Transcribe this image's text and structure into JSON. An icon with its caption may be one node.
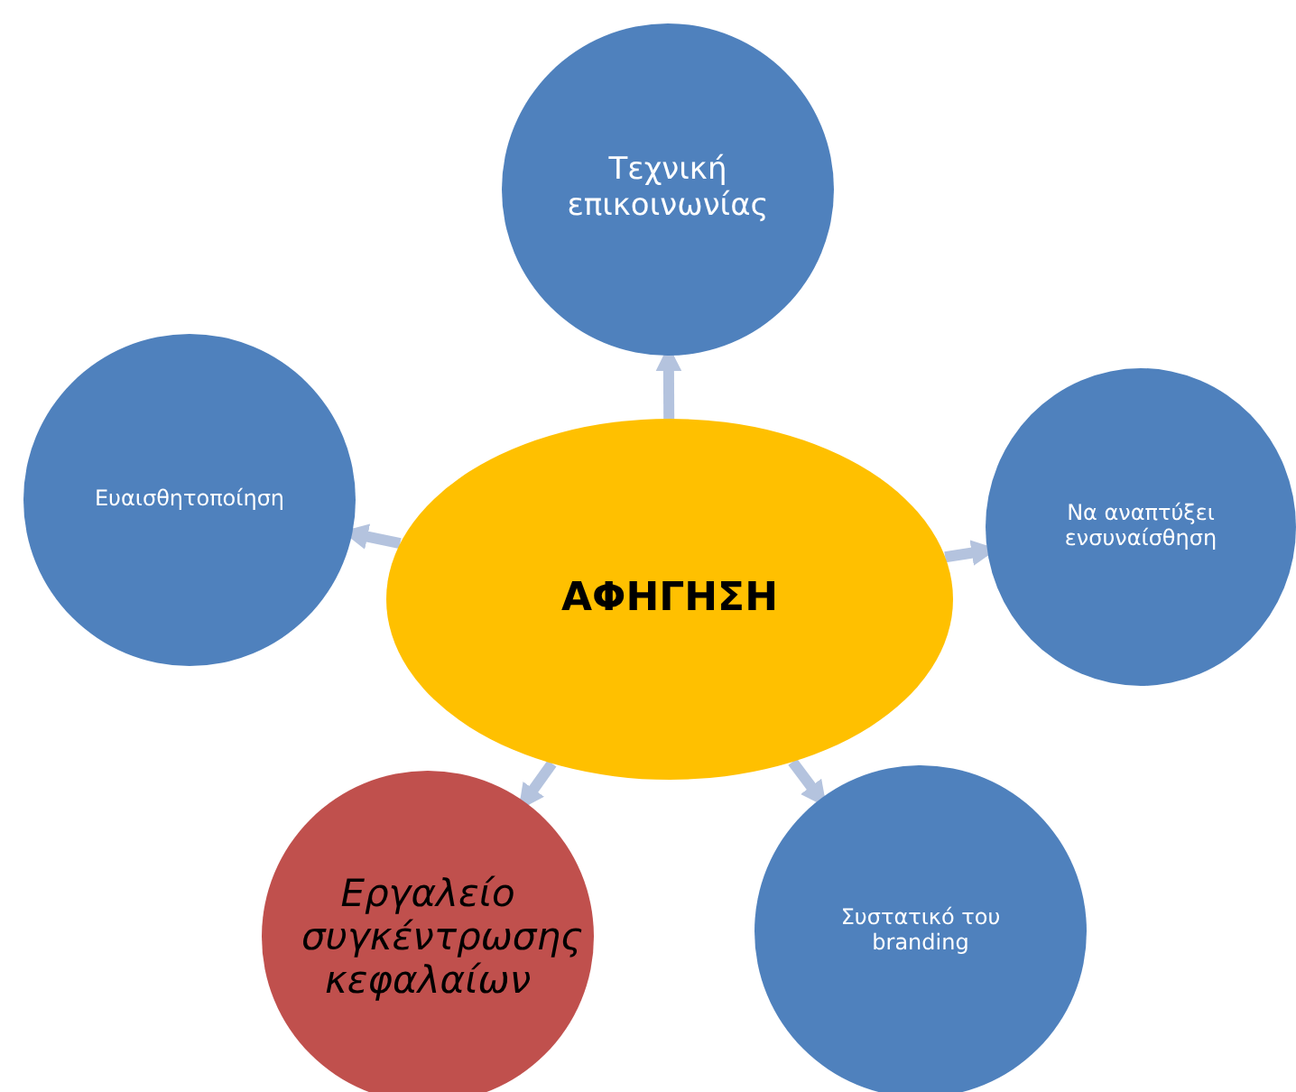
{
  "diagram": {
    "nodes": [
      {
        "text": [
          "ΑΦΗΓΗΣΗ"
        ]
      },
      {
        "text": [
          "Τεχνική επικοινωνίας"
        ]
      },
      {
        "text": [
          "Να αναπτύξει ενσυναίσθηση"
        ]
      },
      {
        "text": [
          "Συστατικό του branding"
        ]
      },
      {
        "text": [
          "Εργαλείο συγκέντρωσης κεφαλαίων"
        ]
      },
      {
        "text": [
          "Ευαισθητοποίηση"
        ]
      }
    ],
    "edges": [
      {
        "from": 0,
        "to": 1,
        "arrow": "to"
      },
      {
        "from": 0,
        "to": 2,
        "arrow": "to"
      },
      {
        "from": 0,
        "to": 3,
        "arrow": "to"
      },
      {
        "from": 0,
        "to": 4,
        "arrow": "to"
      },
      {
        "from": 0,
        "to": 5,
        "arrow": "to"
      }
    ]
  }
}
